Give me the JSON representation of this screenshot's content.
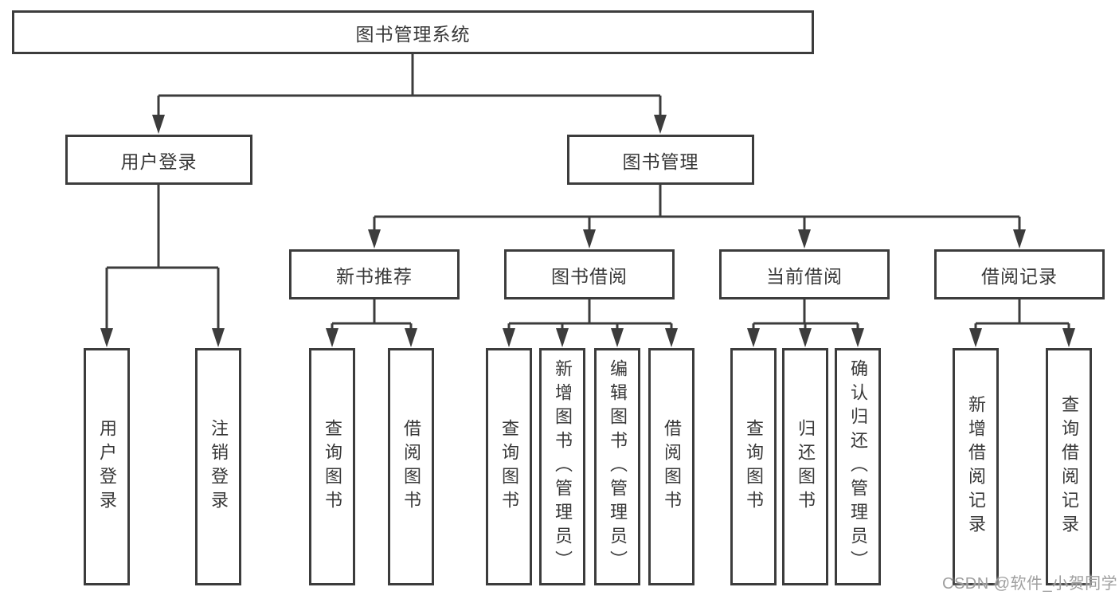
{
  "diagram": {
    "type": "hierarchy-tree",
    "root": {
      "label": "图书管理系统",
      "children": [
        {
          "label": "用户登录",
          "children": [
            {
              "label": "用户登录"
            },
            {
              "label": "注销登录"
            }
          ]
        },
        {
          "label": "图书管理",
          "children": [
            {
              "label": "新书推荐",
              "children": [
                {
                  "label": "查询图书"
                },
                {
                  "label": "借阅图书"
                }
              ]
            },
            {
              "label": "图书借阅",
              "children": [
                {
                  "label": "查询图书"
                },
                {
                  "label": "新增图书（管理员）"
                },
                {
                  "label": "编辑图书（管理员）"
                },
                {
                  "label": "借阅图书"
                }
              ]
            },
            {
              "label": "当前借阅",
              "children": [
                {
                  "label": "查询图书"
                },
                {
                  "label": "归还图书"
                },
                {
                  "label": "确认归还（管理员）"
                }
              ]
            },
            {
              "label": "借阅记录",
              "children": [
                {
                  "label": "新增借阅记录"
                },
                {
                  "label": "查询借阅记录"
                }
              ]
            }
          ]
        }
      ]
    }
  },
  "watermark": {
    "text": "CSDN @软件_小贺同学"
  },
  "colors": {
    "line": "#3c3c3c",
    "node_border": "#3c3c3c",
    "node_text": "#383838",
    "watermark_text": "#9f9f9f",
    "background": "#ffffff"
  }
}
